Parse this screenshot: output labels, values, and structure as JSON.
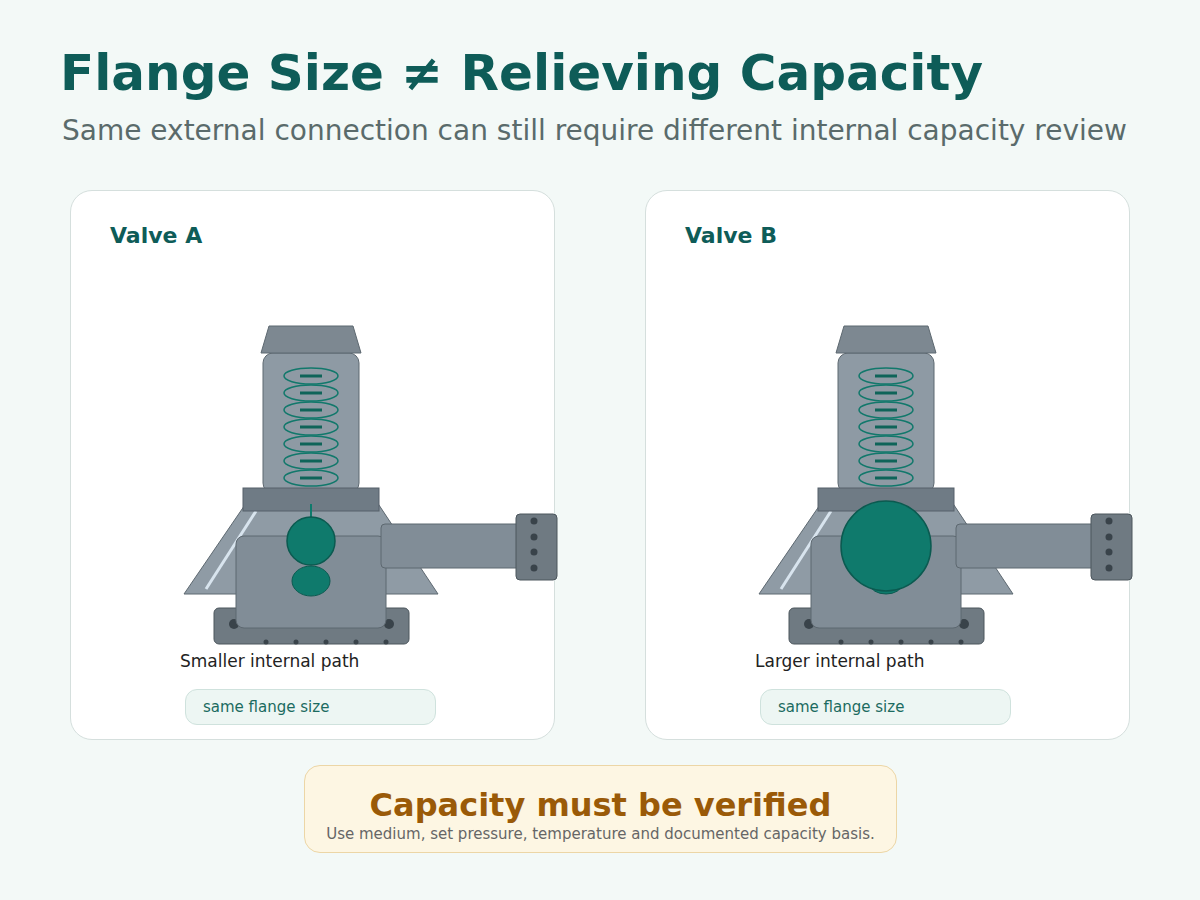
{
  "diagram": {
    "title": "Flange Size ≠ Relieving Capacity",
    "caption": "Same external connection can still require different internal capacity review",
    "nodes": [
      {
        "text": [
          "Valve A",
          "Smaller internal path"
        ]
      },
      {
        "text": [
          "same flange size"
        ],
        "in": 0
      },
      {
        "text": [
          "Valve B",
          "Larger internal path"
        ]
      },
      {
        "text": [
          "same flange size"
        ],
        "in": 2
      },
      {
        "text": [
          "Capacity must be verified",
          "Use medium, set pressure, temperature and documented capacity basis."
        ]
      }
    ]
  }
}
